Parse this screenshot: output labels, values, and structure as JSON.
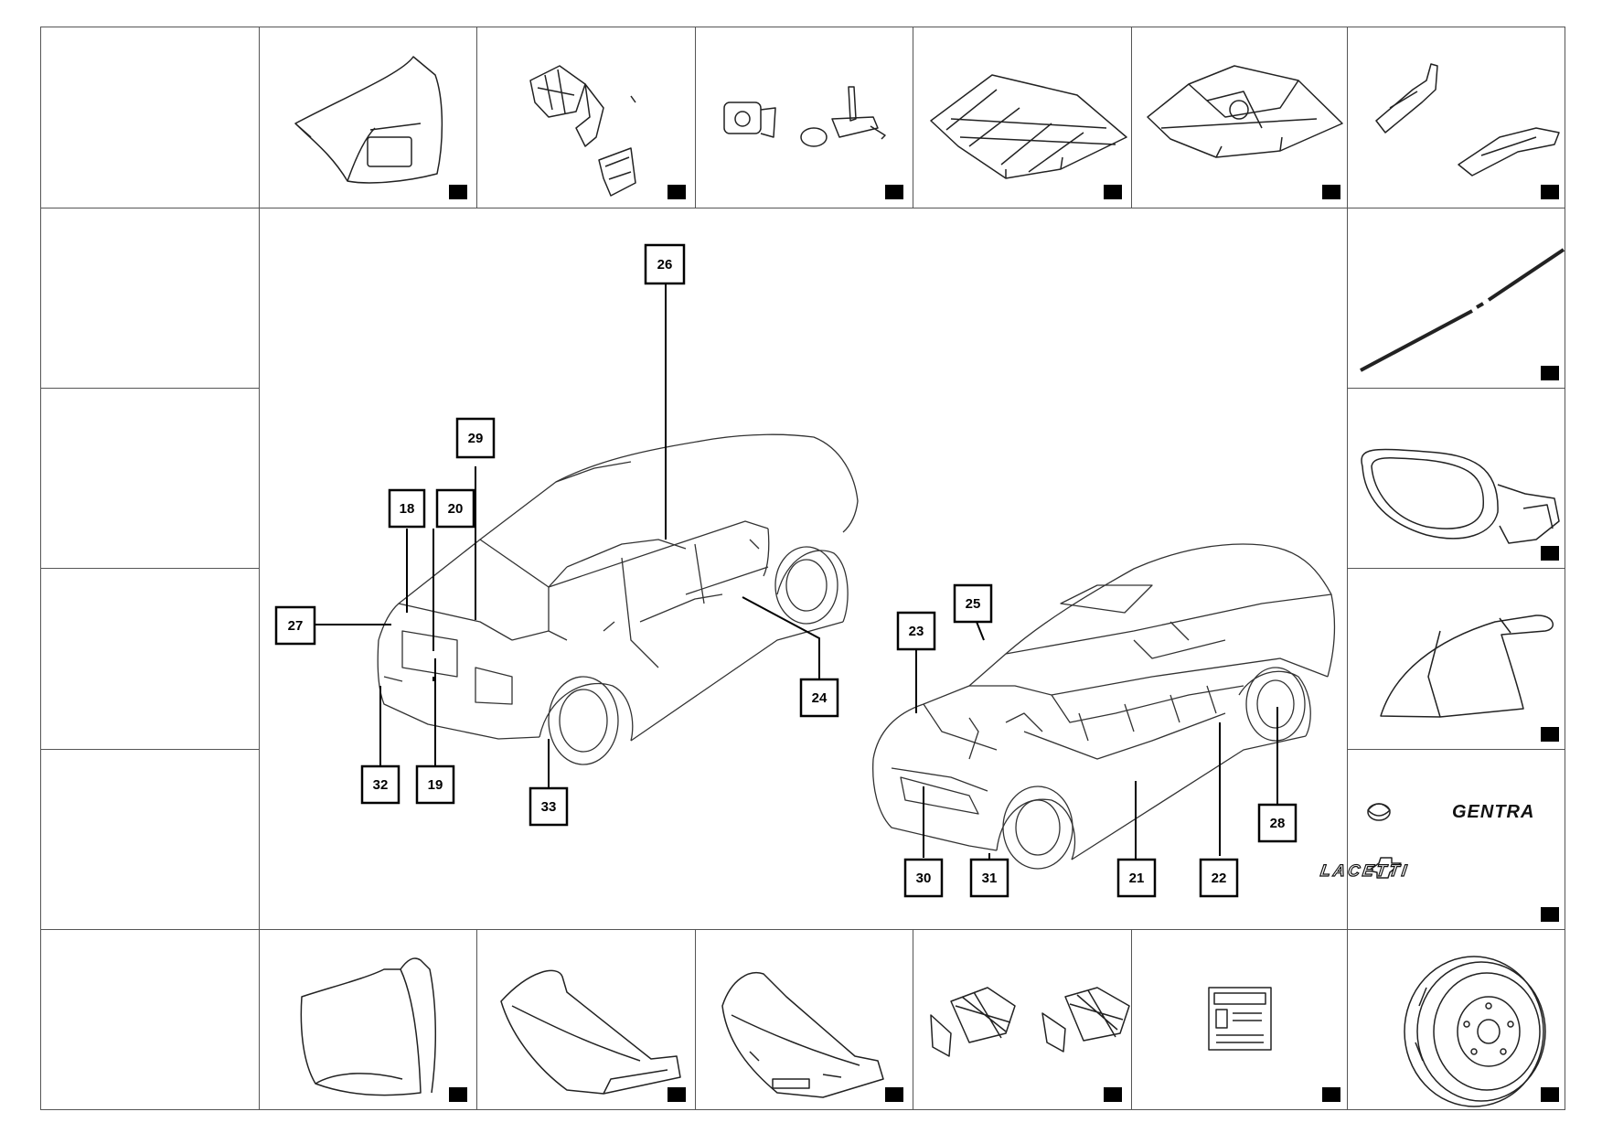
{
  "callouts": [
    {
      "id": "c18",
      "label": "18"
    },
    {
      "id": "c19",
      "label": "19"
    },
    {
      "id": "c20",
      "label": "20"
    },
    {
      "id": "c21",
      "label": "21"
    },
    {
      "id": "c22",
      "label": "22"
    },
    {
      "id": "c23",
      "label": "23"
    },
    {
      "id": "c24",
      "label": "24"
    },
    {
      "id": "c25",
      "label": "25"
    },
    {
      "id": "c26",
      "label": "26"
    },
    {
      "id": "c27",
      "label": "27"
    },
    {
      "id": "c28",
      "label": "28"
    },
    {
      "id": "c29",
      "label": "29"
    },
    {
      "id": "c30",
      "label": "30"
    },
    {
      "id": "c31",
      "label": "31"
    },
    {
      "id": "c32",
      "label": "32"
    },
    {
      "id": "c33",
      "label": "33"
    }
  ],
  "emblems": {
    "gentra": "GENTRA",
    "lacetti": "LACETTI"
  },
  "colors": {
    "line": "#000000",
    "grid": "#555555",
    "marker": "#000000",
    "background": "#ffffff"
  }
}
